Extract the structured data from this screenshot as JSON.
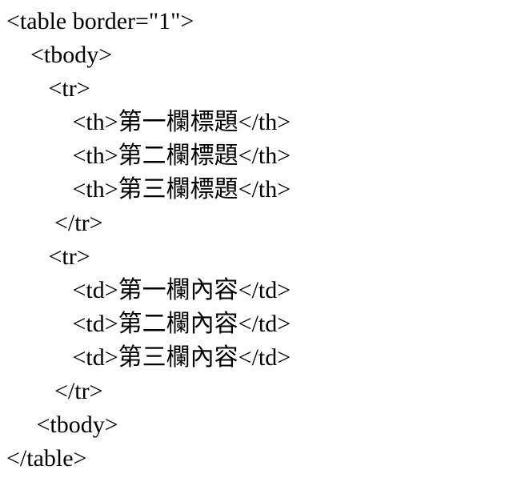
{
  "page": {
    "background_color": "#ffffff",
    "text_color": "#000000",
    "content_type": "html-source-code-listing",
    "language": "HTML"
  },
  "code": {
    "lines": [
      "<table border=\"1\">",
      "    <tbody>",
      "       <tr>",
      "           <th>第一欄標題</th>",
      "           <th>第二欄標題</th>",
      "           <th>第三欄標題</th>",
      "        </tr>",
      "       <tr>",
      "           <td>第一欄內容</td>",
      "           <td>第二欄內容</td>",
      "           <td>第三欄內容</td>",
      "        </tr>",
      "     <tbody>",
      "</table>"
    ]
  }
}
